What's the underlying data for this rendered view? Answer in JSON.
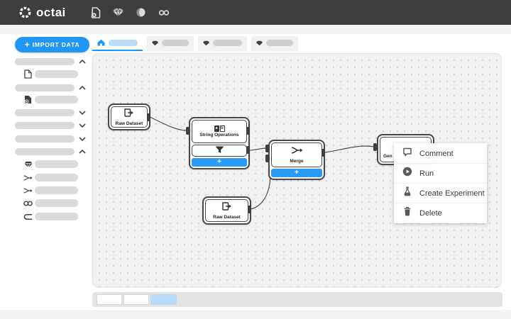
{
  "topbar": {
    "brand": "octai",
    "nav_icons": [
      "document-badge-icon",
      "gem-icon",
      "globe-icon",
      "infinity-icon"
    ]
  },
  "sidebar": {
    "import_button": {
      "plus": "+",
      "label": "IMPORT DATA"
    },
    "rows": [
      {
        "kind": "group",
        "chevron": "up"
      },
      {
        "kind": "item",
        "icon": "document-icon"
      },
      {
        "kind": "group",
        "chevron": "up"
      },
      {
        "kind": "item",
        "icon": "document-add-icon"
      },
      {
        "kind": "group",
        "chevron": "down"
      },
      {
        "kind": "group",
        "chevron": "down"
      },
      {
        "kind": "group",
        "chevron": "down"
      },
      {
        "kind": "group",
        "chevron": "up"
      },
      {
        "kind": "item",
        "icon": "gem-icon"
      },
      {
        "kind": "item",
        "icon": "merge-arrows-icon"
      },
      {
        "kind": "item",
        "icon": "merge-arrows-icon"
      },
      {
        "kind": "item",
        "icon": "link-icon"
      },
      {
        "kind": "item",
        "icon": "loop-icon"
      }
    ]
  },
  "tabs": [
    {
      "icon": "home-icon",
      "active": true
    },
    {
      "icon": "gem-icon",
      "active": false
    },
    {
      "icon": "gem-icon",
      "active": false
    },
    {
      "icon": "gem-icon",
      "active": false
    }
  ],
  "canvas": {
    "add_label": "+",
    "string_ab": {
      "a": "a",
      "b": "b"
    },
    "nodes": [
      {
        "id": "raw-dataset-1",
        "label": "Raw Dataset",
        "icon": "dataset-export-icon"
      },
      {
        "id": "string-operations",
        "label": "String Operations",
        "icon": "string-ab-icon",
        "rows": [
          {
            "icon": "filter-icon"
          }
        ]
      },
      {
        "id": "merge",
        "label": "Merge",
        "icon": "merge-arrows-icon"
      },
      {
        "id": "generate",
        "label": "Gen",
        "icon": "chart-image-icon"
      },
      {
        "id": "raw-dataset-2",
        "label": "Raw Dataset",
        "icon": "dataset-export-icon"
      }
    ]
  },
  "context_menu": {
    "items": [
      {
        "icon": "comment-icon",
        "label": "Comment"
      },
      {
        "icon": "run-icon",
        "label": "Run"
      },
      {
        "icon": "flask-icon",
        "label": "Create Experiment"
      },
      {
        "icon": "trash-icon",
        "label": "Delete"
      }
    ]
  },
  "colors": {
    "accent": "#2196f3",
    "accent_light": "#b9dcf8",
    "topbar_bg": "#3e3e3e"
  }
}
